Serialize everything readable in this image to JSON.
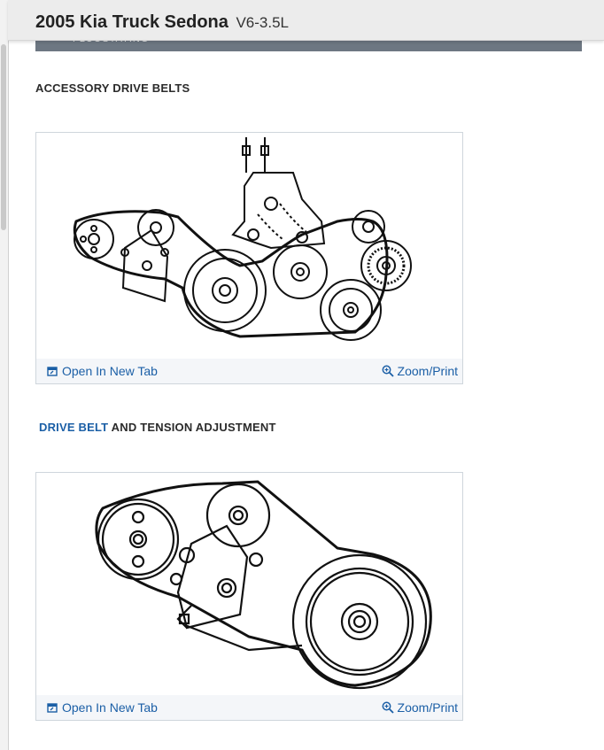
{
  "header": {
    "title": "2005 Kia Truck Sedona",
    "engine": "V6-3.5L"
  },
  "section_bar": {
    "label": "FLUOSTATING"
  },
  "sections": [
    {
      "heading": "ACCESSORY DRIVE BELTS",
      "figure": {
        "open_label": "Open In New Tab",
        "zoom_label": "Zoom/Print"
      }
    },
    {
      "heading_link": "DRIVE BELT",
      "heading_rest": " AND TENSION ADJUSTMENT",
      "figure": {
        "open_label": "Open In New Tab",
        "zoom_label": "Zoom/Print"
      }
    }
  ],
  "colors": {
    "link": "#1b5fa6",
    "section_bar": "#6d7782",
    "header_bg": "#ececec"
  }
}
